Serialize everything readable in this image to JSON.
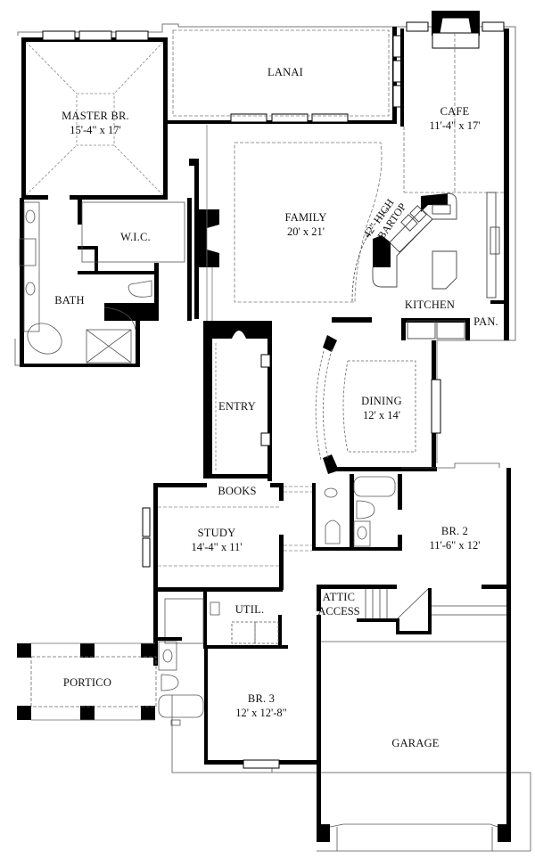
{
  "plan": {
    "wall_color": "#000000",
    "line_color": "#555555",
    "dash_color": "#666666",
    "rooms": [
      {
        "id": "master-br",
        "name": "MASTER BR.",
        "dims": "15'-4\" x 17'"
      },
      {
        "id": "lanai",
        "name": "LANAI",
        "dims": ""
      },
      {
        "id": "cafe",
        "name": "CAFE",
        "dims": "11'-4\" x 17'"
      },
      {
        "id": "family",
        "name": "FAMILY",
        "dims": "20' x 21'"
      },
      {
        "id": "wic",
        "name": "W.I.C.",
        "dims": ""
      },
      {
        "id": "bath",
        "name": "BATH",
        "dims": ""
      },
      {
        "id": "kitchen",
        "name": "KITCHEN",
        "dims": ""
      },
      {
        "id": "pantry",
        "name": "PAN.",
        "dims": ""
      },
      {
        "id": "entry",
        "name": "ENTRY",
        "dims": ""
      },
      {
        "id": "dining",
        "name": "DINING",
        "dims": "12' x 14'"
      },
      {
        "id": "books",
        "name": "BOOKS",
        "dims": ""
      },
      {
        "id": "study",
        "name": "STUDY",
        "dims": "14'-4\" x 11'"
      },
      {
        "id": "br2",
        "name": "BR. 2",
        "dims": "11'-6\" x 12'"
      },
      {
        "id": "util",
        "name": "UTIL.",
        "dims": ""
      },
      {
        "id": "attic",
        "name": "ATTIC",
        "dims": "ACCESS"
      },
      {
        "id": "portico",
        "name": "PORTICO",
        "dims": ""
      },
      {
        "id": "br3",
        "name": "BR. 3",
        "dims": "12' x 12'-8\""
      },
      {
        "id": "garage",
        "name": "GARAGE",
        "dims": ""
      }
    ],
    "annotations": {
      "bartop_line1": "42\" HIGH",
      "bartop_line2": "BARTOP"
    }
  }
}
